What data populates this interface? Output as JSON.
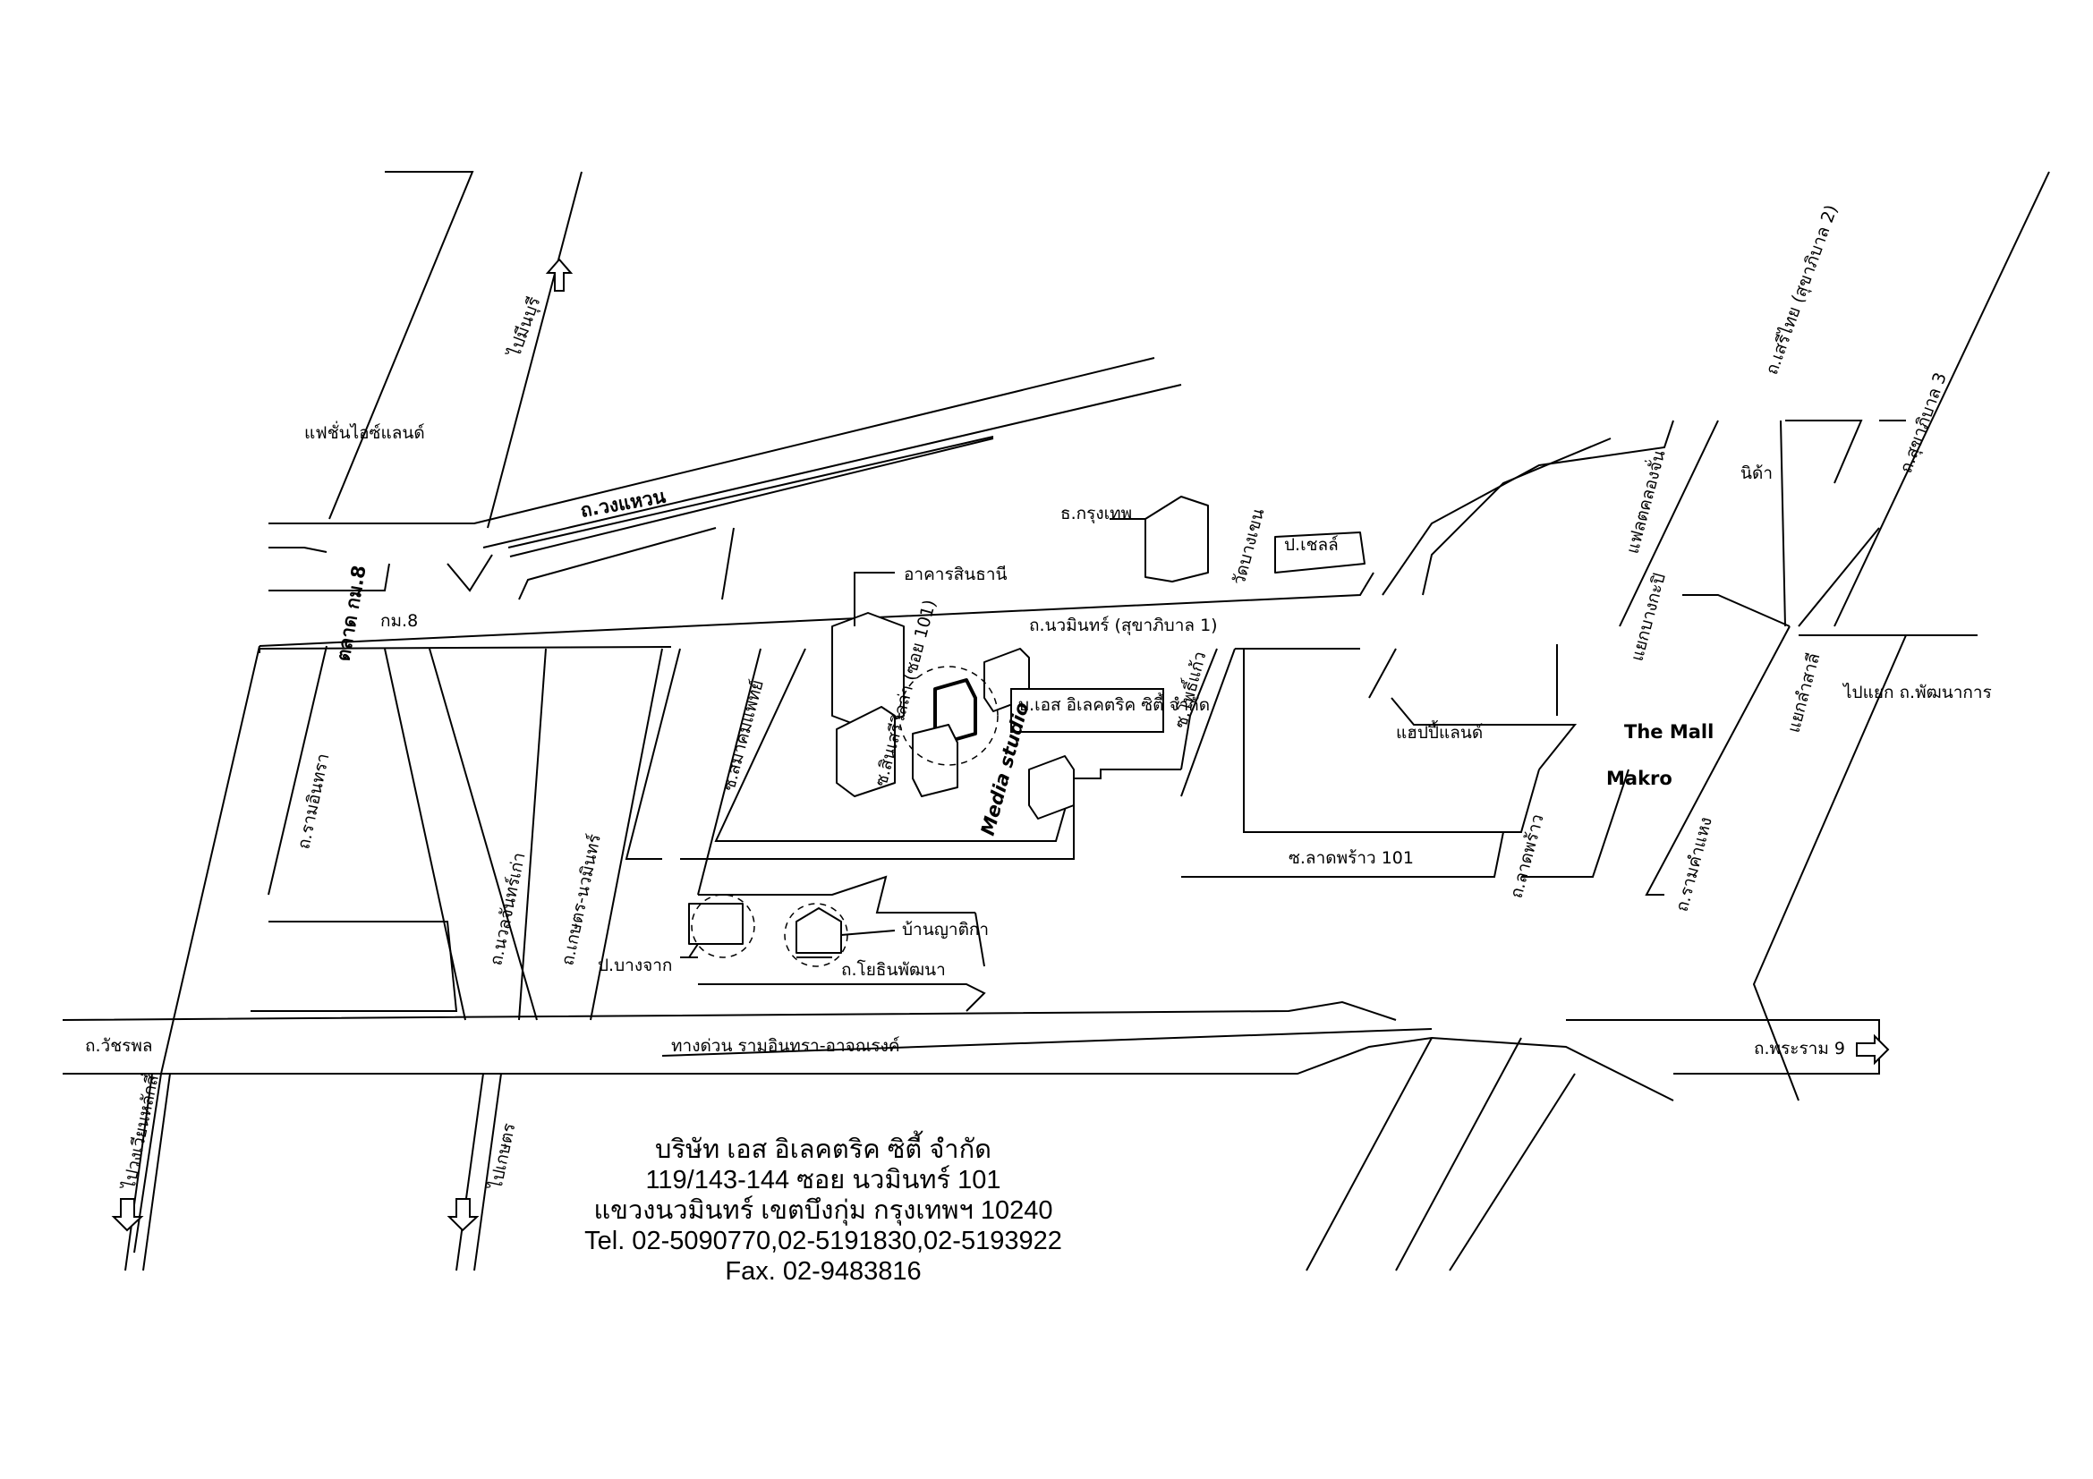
{
  "map": {
    "place_labels": {
      "fashion_island": "แฟชั่นไอซ์แลนด์",
      "to_minburi": "ไปมีนบุรี",
      "ring_road": "ถ.วงแหวน",
      "talat_km8": "ตลาด กม.8",
      "km8": "กม.8",
      "bangkok_bank": "ธ.กรุงเทพ",
      "wat_bang_khen": "วัดบางเขน",
      "ptt_shell": "ป.เชลล์",
      "sinthani_building": "อาคารสินธานี",
      "nawamin_road": "ถ.นวมินทร์ (สุขาภิบาล 1)",
      "soi_101": "ซ.สินเสรีวิลล่า (ซอย 101)",
      "company_box": "บ.เอส อิเลคตริค ซิตี้ จำกัด",
      "media_studio": "Media studio",
      "soi_samakkhi": "ซ.สมาคมแพทย์",
      "soi_phothikaew": "ซ.โพธิ์แก้ว",
      "happy_land": "แฮปปี้แลนด์",
      "ladprao_101": "ซ.ลาดพร้าว 101",
      "ladprao_road": "ถ.ลาดพร้าว",
      "khlong_chan_flats": "แฟลตคลองจั่น",
      "bang_kapi_junction": "แยกบางกะปิ",
      "the_mall": "The Mall",
      "makro": "Makro",
      "ramkhamhaeng": "ถ.รามคำแหง",
      "lam_sali_junction": "แยกลำสาลี",
      "to_phatthanakan": "ไปแยก ถ.พัฒนาการ",
      "serithai": "ถ.เสรีไทย (สุขาภิบาล 2)",
      "sukhaphiban3": "ถ.สุขาภิบาล 3",
      "nida": "นิด้า",
      "ram_inthra": "ถ.รามอินทรา",
      "nuan_chan": "ถ.นวลจันทร์เก่า",
      "kaset_nawamin": "ถ.เกษตร-นวมินทร์",
      "ptt_bangchak": "ป.บางจาก",
      "baan_yatika": "บ้านญาติกา",
      "yothin_phatthana": "ถ.โยธินพัฒนา",
      "watcharaphon": "ถ.วัชรพล",
      "expressway": "ทางด่วน รามอินทรา-อาจณรงค์",
      "rama9": "ถ.พระราม 9",
      "to_wongwian": "ไปวงเวียนหลักสี่",
      "to_kaset": "ไปเกษตร"
    }
  },
  "company": {
    "name": "บริษัท เอส อิเลคตริค ซิตี้ จำกัด",
    "address1": "119/143-144  ซอย นวมินทร์ 101",
    "address2": "แขวงนวมินทร์ เขตบึงกุ่ม กรุงเทพฯ 10240",
    "tel": "Tel. 02-5090770,02-5191830,02-5193922",
    "fax": "Fax. 02-9483816"
  }
}
